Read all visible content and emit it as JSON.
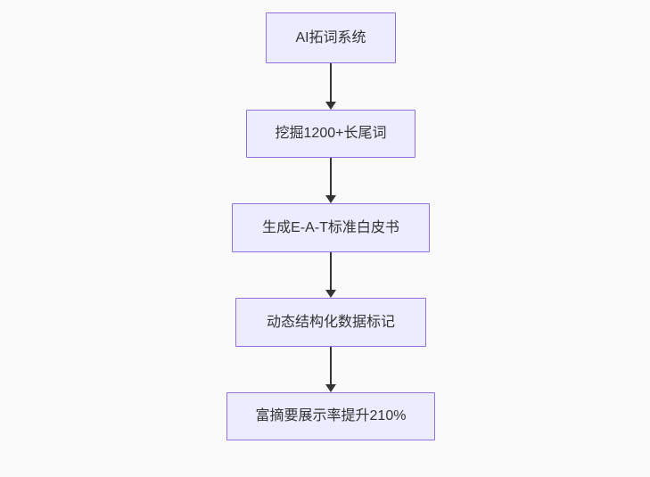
{
  "flowchart": {
    "nodes": [
      {
        "id": "A",
        "label": "AI拓词系统"
      },
      {
        "id": "B",
        "label": "挖掘1200+长尾词"
      },
      {
        "id": "C",
        "label": "生成E-A-T标准白皮书"
      },
      {
        "id": "D",
        "label": "动态结构化数据标记"
      },
      {
        "id": "E",
        "label": "富摘要展示率提升210%"
      }
    ],
    "edges": [
      {
        "from": "A",
        "to": "B"
      },
      {
        "from": "B",
        "to": "C"
      },
      {
        "from": "C",
        "to": "D"
      },
      {
        "from": "D",
        "to": "E"
      }
    ],
    "colors": {
      "background": "#FAFAFA",
      "node_fill": "#ECECFF",
      "node_border": "#9370DB",
      "edge": "#333333",
      "text": "#333333"
    }
  }
}
